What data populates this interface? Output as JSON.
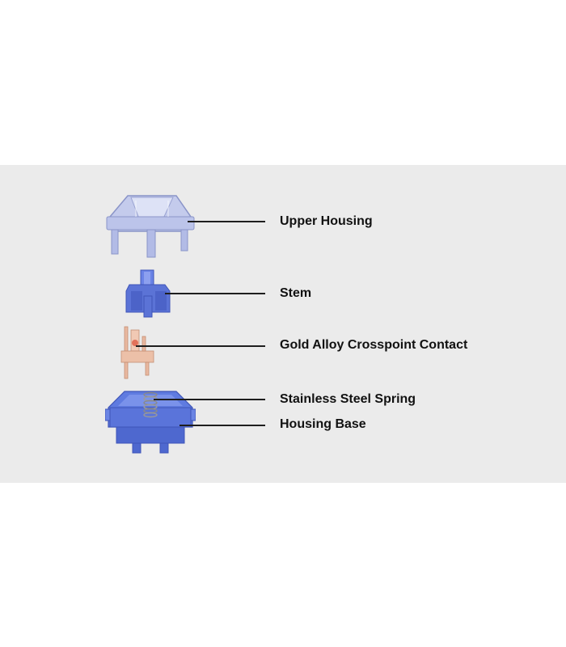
{
  "parts": {
    "upper_housing": {
      "label": "Upper Housing"
    },
    "stem": {
      "label": "Stem"
    },
    "contact": {
      "label": "Gold Alloy Crosspoint Contact"
    },
    "spring": {
      "label": "Stainless Steel Spring"
    },
    "housing_base": {
      "label": "Housing Base"
    }
  },
  "colors": {
    "panel_background": "#ebebeb",
    "stem_blue": "#5b73d6",
    "base_blue": "#5f7be0",
    "clear_housing": "#b9c2e6",
    "copper": "#e8b8a0",
    "leader_line": "#1e1e1e"
  }
}
